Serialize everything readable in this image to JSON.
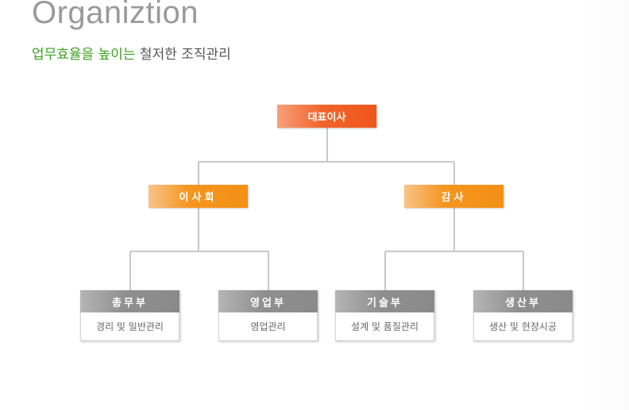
{
  "header": {
    "title": "Organiztion",
    "subtitle_accent": "업무효율을 높이는",
    "subtitle_rest": " 철저한 조직관리"
  },
  "colors": {
    "title": "#9a9a9a",
    "accent_green": "#3aa020",
    "ceo_orange": "#f0561c",
    "level2_orange": "#f48f15",
    "dept_gray": "#8a8a8a",
    "connector": "#c8c8c8"
  },
  "org": {
    "ceo": "대표이사",
    "board": "이사회",
    "audit": "감사",
    "departments": [
      {
        "name": "총무부",
        "desc": "경리 및 일반관리"
      },
      {
        "name": "영업부",
        "desc": "영업관리"
      },
      {
        "name": "기술부",
        "desc": "설계 및 품질관리"
      },
      {
        "name": "생산부",
        "desc": "생산 및 현장시공"
      }
    ]
  }
}
